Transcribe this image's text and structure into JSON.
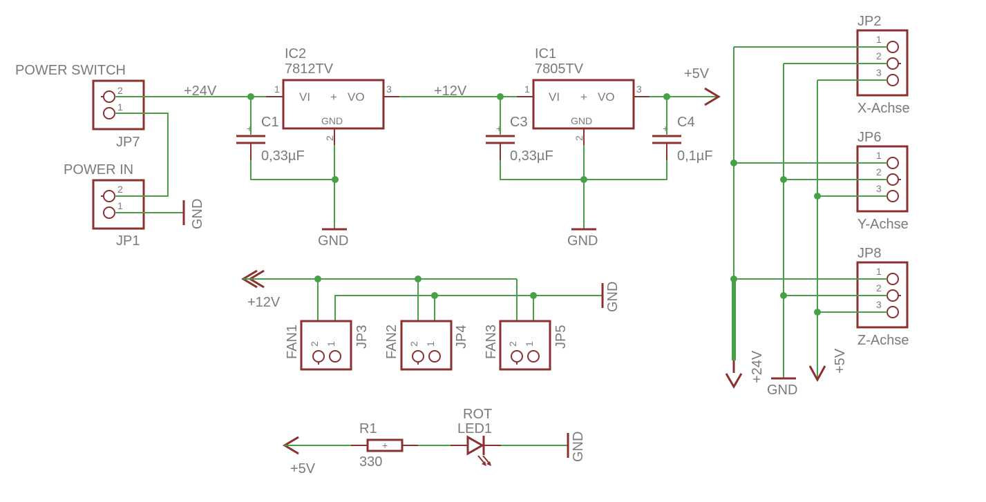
{
  "colors": {
    "wire": "#46a046",
    "part": "#8c2f2f",
    "text": "#7a7a7a",
    "background": "#ffffff"
  },
  "labels": {
    "power_switch": "POWER SWITCH",
    "jp7": "JP7",
    "power_in": "POWER IN",
    "jp1": "JP1",
    "ic2": "IC2",
    "ic2_type": "7812TV",
    "ic1": "IC1",
    "ic1_type": "7805TV",
    "vi": "VI",
    "vo": "VO",
    "gnd": "GND",
    "plus": "+",
    "plus_24v": "+24V",
    "plus_12v": "+12V",
    "plus_5v": "+5V",
    "c1": "C1",
    "c1_val": "0,33µF",
    "c3": "C3",
    "c3_val": "0,33µF",
    "c4": "C4",
    "c4_val": "0,1µF",
    "jp2": "JP2",
    "x_achse": "X-Achse",
    "jp6": "JP6",
    "y_achse": "Y-Achse",
    "jp8": "JP8",
    "z_achse": "Z-Achse",
    "fan1": "FAN1",
    "jp3": "JP3",
    "fan2": "FAN2",
    "jp4": "JP4",
    "fan3": "FAN3",
    "jp5": "JP5",
    "r1": "R1",
    "r1_val": "330",
    "rot": "ROT",
    "led1": "LED1",
    "pin1": "1",
    "pin2": "2",
    "pin3": "3"
  }
}
